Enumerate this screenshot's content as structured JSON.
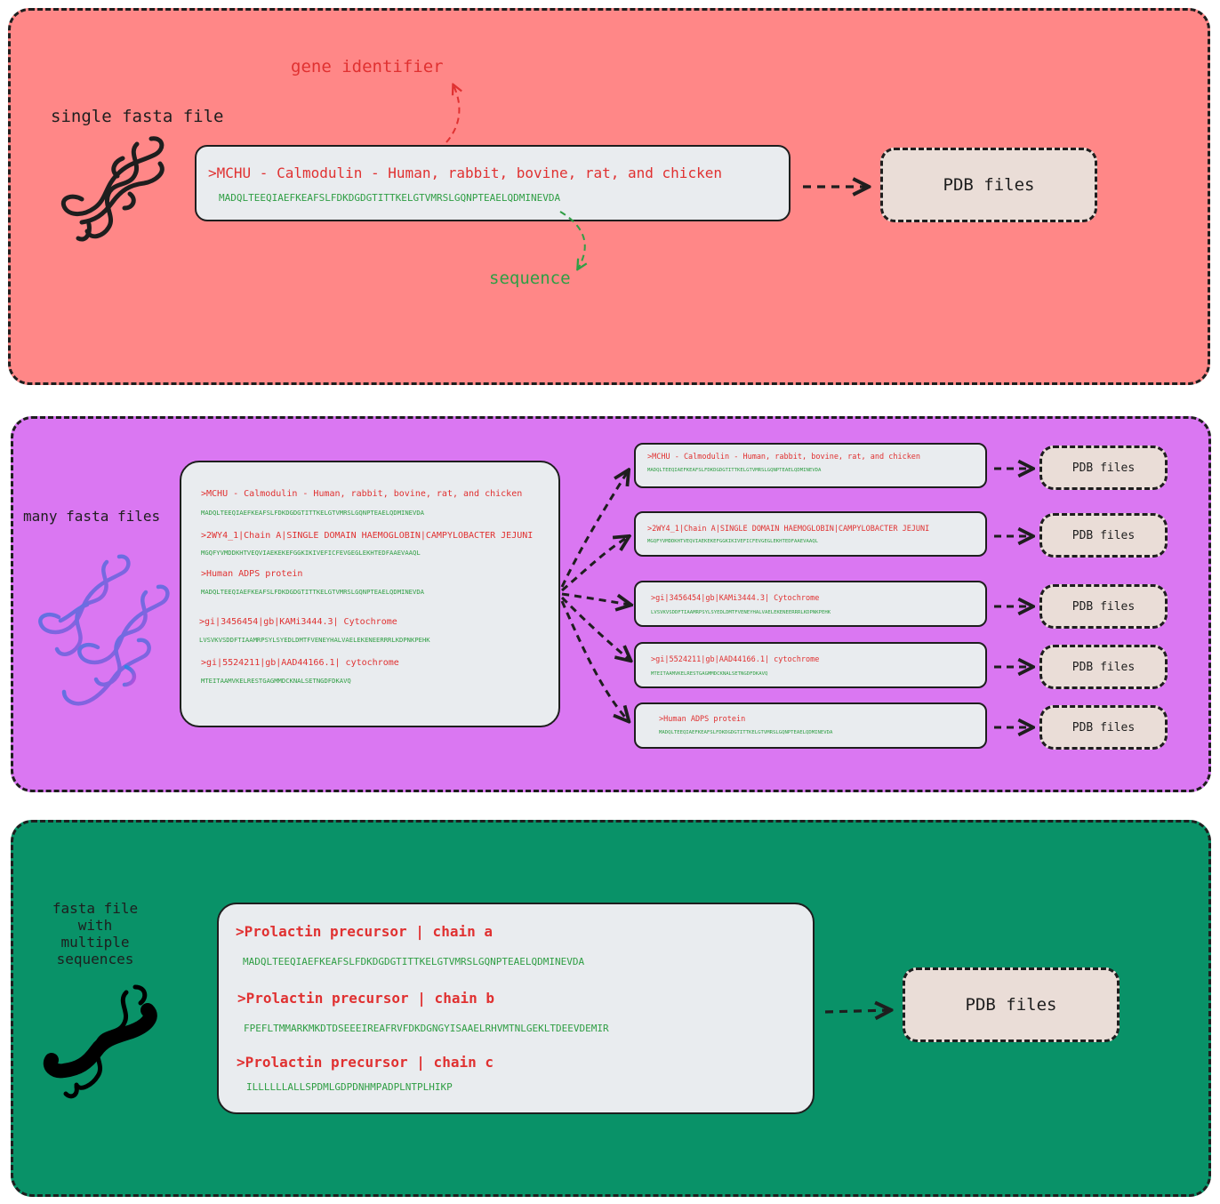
{
  "colors": {
    "panel_single": "#ff8787",
    "panel_many": "#da77f2",
    "panel_multi": "#099268",
    "header_red": "#e03131",
    "sequence_green": "#2f9e44",
    "box_fill": "#e9ecef",
    "pdb_fill": "#eaddd7",
    "ink": "#1e1e1e",
    "dna_blue": "#228be6",
    "dna_purple": "#be4bdb"
  },
  "section_single": {
    "title": "single fasta file",
    "header": ">MCHU - Calmodulin - Human, rabbit, bovine, rat, and chicken",
    "sequence": "MADQLTEEQIAEFKEAFSLFDKDGDGTITTKELGTVMRSLGQNPTEAELQDMINEVDA",
    "annotation_header": "gene identifier",
    "annotation_sequence": "sequence",
    "output": "PDB files",
    "icon": "dna-helix-icon"
  },
  "section_many": {
    "title": "many fasta files",
    "icon": "dna-cluster-icon",
    "entries": [
      {
        "header": ">MCHU - Calmodulin - Human, rabbit, bovine, rat, and chicken",
        "sequence": "MADQLTEEQIAEFKEAFSLFDKDGDGTITTKELGTVMRSLGQNPTEAELQDMINEVDA"
      },
      {
        "header": ">2WY4_1|Chain A|SINGLE DOMAIN HAEMOGLOBIN|CAMPYLOBACTER JEJUNI",
        "sequence": "MGQFYVMDDKHTVEQVIAEKEKEFGGKIKIVEFICFEVGEGLEKHTEDFAAEVAAQL"
      },
      {
        "header": ">Human ADPS protein",
        "sequence": "MADQLTEEQIAEFKEAFSLFDKDGDGTITTKELGTVMRSLGQNPTEAELQDMINEVDA"
      },
      {
        "header": ">gi|3456454|gb|KAMi3444.3| Cytochrome",
        "sequence": "LVSVKVSDDFTIAAMRPSYLSYEDLDMTFVENEYHALVAELEKENEERRRLKDPNKPEHK"
      },
      {
        "header": ">gi|5524211|gb|AAD44166.1| cytochrome",
        "sequence": "MTEITAAMVKELRESTGAGMMDCKNALSETNGDFDKAVQ"
      }
    ],
    "split": [
      {
        "header": ">MCHU - Calmodulin - Human, rabbit, bovine, rat, and chicken",
        "sequence": "MADQLTEEQIAEFKEAFSLFDKDGDGTITTKELGTVMRSLGQNPTEAELQDMINEVDA",
        "output": "PDB files"
      },
      {
        "header": ">2WY4_1|Chain A|SINGLE DOMAIN HAEMOGLOBIN|CAMPYLOBACTER JEJUNI",
        "sequence": "MGQFYVMDDKHTVEQVIAEKEKEFGGKIKIVEFICFEVGEGLEKHTEDFAAEVAAQL",
        "output": "PDB files"
      },
      {
        "header": ">gi|3456454|gb|KAMi3444.3| Cytochrome",
        "sequence": "LVSVKVSDDFTIAAMRPSYLSYEDLDMTFVENEYHALVAELEKENEERRRLKDPNKPEHK",
        "output": "PDB files"
      },
      {
        "header": ">gi|5524211|gb|AAD44166.1| cytochrome",
        "sequence": "MTEITAAMVKELRESTGAGMMDCKNALSETNGDFDKAVQ",
        "output": "PDB files"
      },
      {
        "header": ">Human ADPS protein",
        "sequence": "MADQLTEEQIAEFKEAFSLFDKDGDGTITTKELGTVMRSLGQNPTEAELQDMINEVDA",
        "output": "PDB files"
      }
    ]
  },
  "section_multi": {
    "title_line1": "fasta file",
    "title_line2": "with",
    "title_line3": "multiple sequences",
    "icon": "dna-bold-icon",
    "entries": [
      {
        "header": ">Prolactin precursor | chain a",
        "sequence": "MADQLTEEQIAEFKEAFSLFDKDGDGTITTKELGTVMRSLGQNPTEAELQDMINEVDA"
      },
      {
        "header": ">Prolactin precursor | chain b",
        "sequence": "FPEFLTMMARKMKDTDSEEEIREAFRVFDKDGNGYISAAELRHVMTNLGEKLTDEEVDEMIR"
      },
      {
        "header": ">Prolactin precursor | chain c",
        "sequence": "ILLLLLLALLSPDMLGDPDNHMPADPLNTPLHIKP"
      }
    ],
    "output": "PDB files"
  }
}
